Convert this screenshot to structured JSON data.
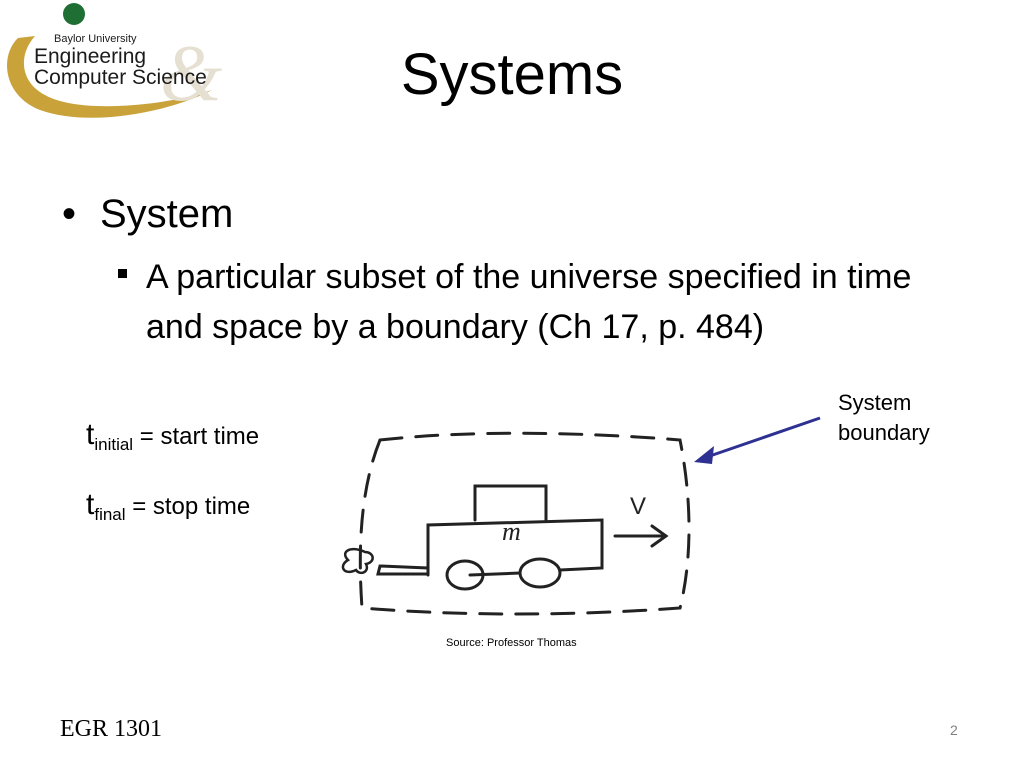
{
  "logo": {
    "university": "Baylor University",
    "line1": "Engineering",
    "line2": "Computer Science",
    "colors": {
      "green": "#1f6f35",
      "gold": "#c9a23a"
    }
  },
  "slide": {
    "title": "Systems",
    "bullet": "System",
    "subbullet": "A particular subset of the universe specified in time and space by a boundary (Ch 17, p. 484)"
  },
  "times": {
    "initial": {
      "symbol": "t",
      "subscript": "initial",
      "text": "= start time"
    },
    "final": {
      "symbol": "t",
      "subscript": "final",
      "text": "= stop time"
    }
  },
  "figure": {
    "mass_label": "m",
    "velocity_label": "V",
    "boundary_label": "System boundary",
    "source": "Source:  Professor Thomas",
    "arrow_color": "#2e3192"
  },
  "footer": {
    "course": "EGR 1301",
    "page": "2"
  }
}
